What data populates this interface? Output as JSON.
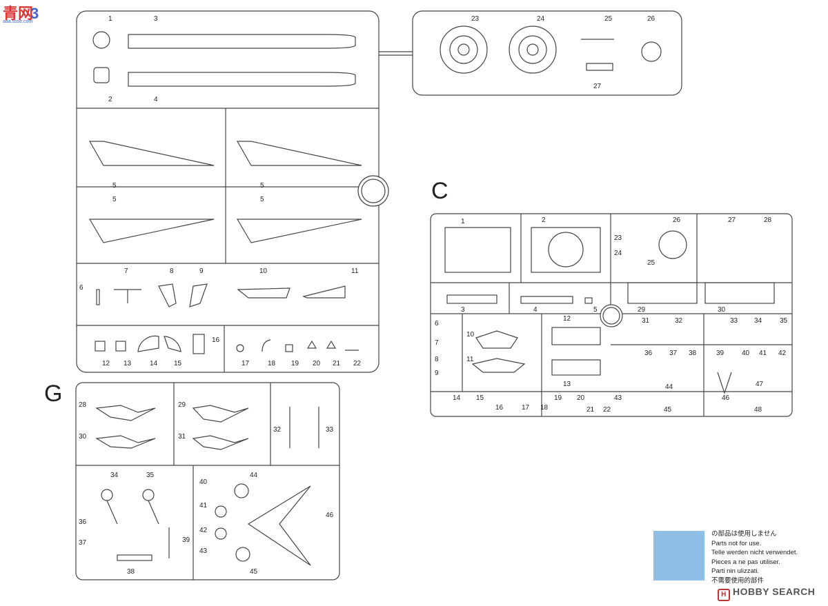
{
  "logo": {
    "part1": "青",
    "part2": "网",
    "part3": "3",
    "sub": "aaa.ssse.com"
  },
  "sprue_letters": {
    "c": "C",
    "g": "G"
  },
  "sprue_main": {
    "labels": [
      "1",
      "2",
      "3",
      "4",
      "5",
      "5",
      "5",
      "5",
      "6",
      "7",
      "8",
      "9",
      "10",
      "11",
      "12",
      "13",
      "14",
      "15",
      "16",
      "17",
      "18",
      "19",
      "20",
      "21",
      "22"
    ]
  },
  "sprue_wheels": {
    "labels": [
      "23",
      "24",
      "25",
      "26",
      "27"
    ]
  },
  "sprue_c": {
    "labels": [
      "1",
      "2",
      "3",
      "4",
      "5",
      "6",
      "7",
      "8",
      "9",
      "10",
      "11",
      "12",
      "13",
      "14",
      "15",
      "16",
      "17",
      "18",
      "19",
      "20",
      "21",
      "22",
      "23",
      "24",
      "25",
      "26",
      "27",
      "28",
      "29",
      "30",
      "31",
      "32",
      "33",
      "34",
      "35",
      "36",
      "37",
      "38",
      "39",
      "40",
      "41",
      "42",
      "43",
      "44",
      "45",
      "46",
      "47",
      "48"
    ]
  },
  "sprue_g": {
    "labels": [
      "28",
      "29",
      "30",
      "31",
      "32",
      "33",
      "34",
      "35",
      "36",
      "37",
      "38",
      "39",
      "40",
      "41",
      "42",
      "43",
      "44",
      "45",
      "46"
    ]
  },
  "legend": {
    "color": "#8fbfe6",
    "lines": [
      "の部品は使用しません",
      "Parts not for use.",
      "Telle werden nicht verwendet.",
      "Pieces a ne pas utiliser.",
      "Parti nin ulizzati.",
      "不需要使用的部件"
    ]
  },
  "watermark": {
    "badge": "H",
    "text": "HOBBY SEARCH"
  }
}
